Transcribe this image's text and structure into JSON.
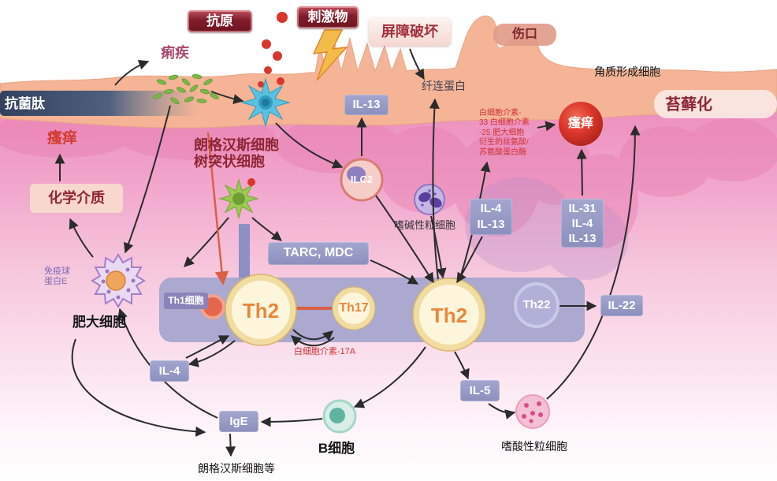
{
  "labels": {
    "antigen": "抗原",
    "irritant": "刺激物",
    "barrier_damage": "屏障破坏",
    "wound": "伤口",
    "dysentery": "痢疾",
    "antimicrobial_peptide": "抗菌肽",
    "itch_left": "瘙痒",
    "chemical_mediators": "化学介质",
    "langerhans_dendritic": "朗格汉斯细胞\n树突状细胞",
    "il13": "IL-13",
    "fibronectin": "纤连蛋白",
    "keratinocytes": "角质形成细胞",
    "lichenification": "苔藓化",
    "itch_right": "瘙痒",
    "cytokine_note": "白细胞介素-\n33 白细胞介素\n-25 肥大细胞\n衍生的丝氨酸/\n苏氨酸蛋白酶",
    "ilc2": "ILC2",
    "basophil": "嗜碱性粒细胞",
    "il4_il13": "IL-4\nIL-13",
    "il31_il4_il13": "IL-31\nIL-4\nIL-13",
    "tarc_mdc": "TARC, MDC",
    "th1": "Th1细胞",
    "th2_left": "Th2",
    "th17": "Th17",
    "th2_right": "Th2",
    "th22": "Th22",
    "il22": "IL-22",
    "immunoglobulin_e": "免疫球\n蛋白E",
    "mast_cell": "肥大细胞",
    "il4": "IL-4",
    "il17a": "白细胞介素-17A",
    "il5": "IL-5",
    "ige": "IgE",
    "b_cell": "B细胞",
    "eosinophil": "嗜酸性粒细胞",
    "langerhans_etc": "朗格汉斯细胞等"
  },
  "colors": {
    "dark_red": "#8f2433",
    "red": "#d23a2e",
    "purple_box": "#9397c2",
    "band_purple": "#a6a6cd",
    "th_orange": "#e8873c",
    "epidermis": "#f4b495",
    "dermis_pink": "#ec8cbc"
  }
}
